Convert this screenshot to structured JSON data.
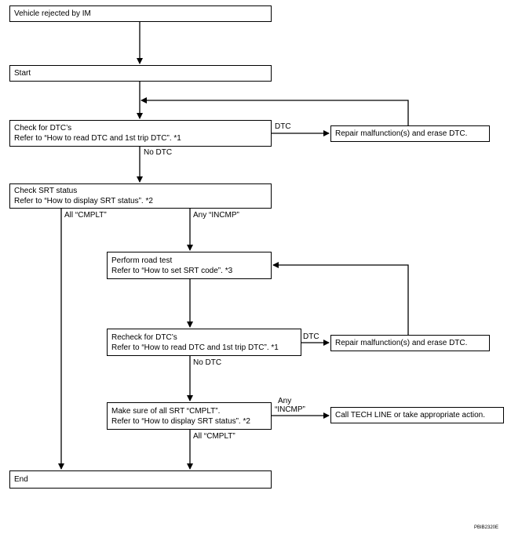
{
  "boxes": {
    "rejected": "Vehicle rejected by IM",
    "start": "Start",
    "check_dtc": {
      "line1": "Check for DTC’s",
      "line2": "Refer to “How to read DTC and 1st trip DTC”. *1"
    },
    "repair1": "Repair malfunction(s) and erase DTC.",
    "check_srt": {
      "line1": "Check SRT status",
      "line2": "Refer to “How to display SRT status”. *2"
    },
    "road_test": {
      "line1": "Perform road test",
      "line2": "Refer to “How to set SRT code”. *3"
    },
    "recheck_dtc": {
      "line1": "Recheck for DTC’s",
      "line2": "Refer to “How to read DTC and 1st trip DTC”. *1"
    },
    "repair2": "Repair malfunction(s) and erase DTC.",
    "make_sure": {
      "line1": "Make sure of all SRT “CMPLT”.",
      "line2": "Refer to “How to display SRT status”. *2"
    },
    "tech_line": "Call TECH LINE or take appropriate action.",
    "end": "End"
  },
  "labels": {
    "dtc1": "DTC",
    "no_dtc1": "No DTC",
    "all_cmplt1": "All “CMPLT”",
    "any_incmp1": "Any “INCMP”",
    "dtc2": "DTC",
    "no_dtc2": "No DTC",
    "any2": "Any",
    "incmp2": "“INCMP”",
    "all_cmplt2": "All “CMPLT”"
  },
  "figure_ref": "PBIB2320E"
}
